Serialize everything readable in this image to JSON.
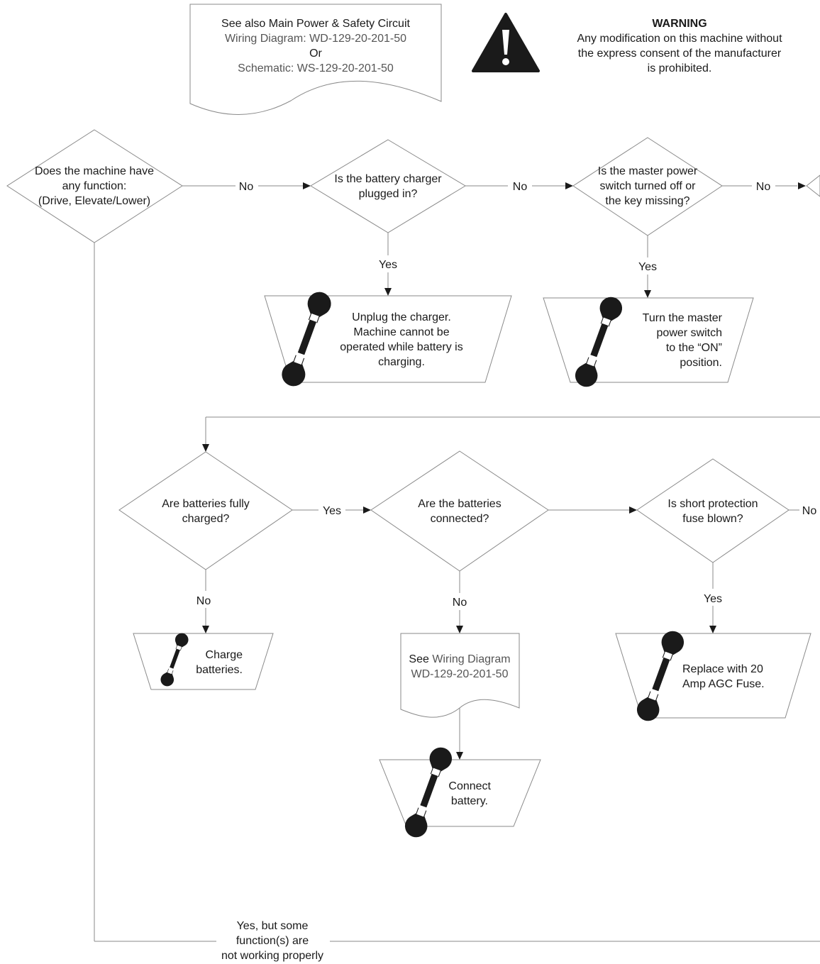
{
  "reference_note": {
    "line1": "See also Main Power & Safety Circuit",
    "line2": "Wiring Diagram: WD-129-20-201-50",
    "line3": "Or",
    "line4": "Schematic: WS-129-20-201-50"
  },
  "warning": {
    "icon": "warning-triangle-icon",
    "title": "WARNING",
    "line1": "Any modification on this machine without",
    "line2": "the express consent of the manufacturer",
    "line3": "is prohibited."
  },
  "decisions": {
    "machine_function": {
      "line1": "Does the machine have",
      "line2": "any function:",
      "line3": "(Drive, Elevate/Lower)"
    },
    "charger_plugged": {
      "line1": "Is the battery charger",
      "line2": "plugged in?"
    },
    "master_switch": {
      "line1": "Is the master power",
      "line2": "switch turned off or",
      "line3": "the key missing?"
    },
    "batteries_charged": {
      "line1": "Are batteries fully",
      "line2": "charged?"
    },
    "batteries_connected": {
      "line1": "Are the batteries",
      "line2": "connected?"
    },
    "fuse_blown": {
      "line1": "Is short protection",
      "line2": "fuse blown?"
    }
  },
  "actions": {
    "unplug_charger": {
      "icon": "wrench-icon",
      "line1": "Unplug the charger.",
      "line2": "Machine cannot be",
      "line3": "operated while battery is",
      "line4": "charging."
    },
    "turn_switch_on": {
      "icon": "wrench-icon",
      "line1": "Turn the master",
      "line2": "power switch",
      "line3": "to the “ON”",
      "line4": "position."
    },
    "charge_batteries": {
      "icon": "wrench-icon",
      "line1": "Charge",
      "line2": "batteries."
    },
    "connect_battery": {
      "icon": "wrench-icon",
      "line1": "Connect",
      "line2": "battery."
    },
    "replace_fuse": {
      "icon": "wrench-icon",
      "line1": "Replace with 20",
      "line2": "Amp AGC Fuse."
    }
  },
  "wiring_note": {
    "line1_prefix": "See",
    "line1_rest": "Wiring Diagram",
    "line2": "WD-129-20-201-50"
  },
  "edge_labels": {
    "no_function_to_charger": "No",
    "no_charger_to_switch": "No",
    "no_switch_to_next": "No",
    "yes_charger": "Yes",
    "yes_switch": "Yes",
    "yes_charged": "Yes",
    "no_charged": "No",
    "no_connected": "No",
    "yes_fuse": "Yes",
    "no_fuse": "No",
    "partial_line1": "Yes, but some",
    "partial_line2": "function(s) are",
    "partial_line3": "not working properly"
  },
  "colors": {
    "line": "#8a8a8a",
    "text": "#1a1a1a",
    "muted_text": "#555555",
    "icon": "#1a1a1a"
  }
}
